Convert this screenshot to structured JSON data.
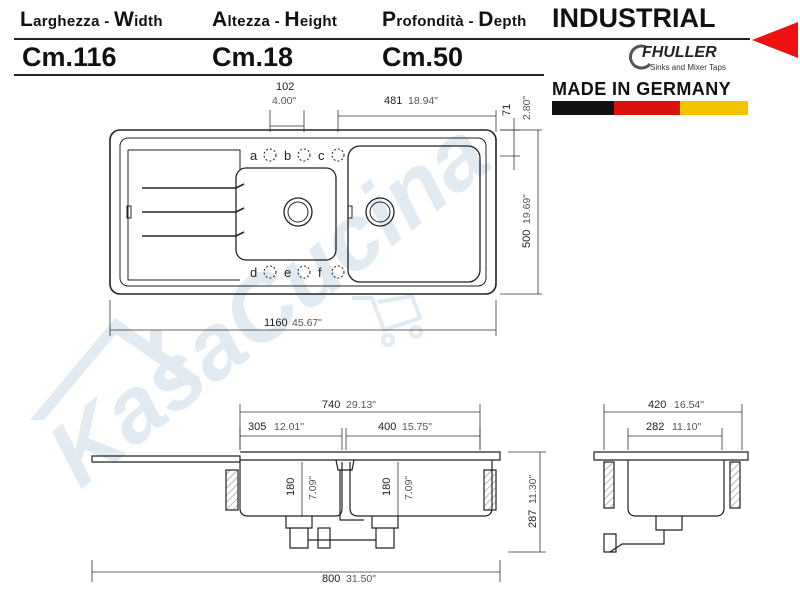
{
  "header": {
    "width": {
      "label_it_initial": "L",
      "label_it_rest": "arghezza",
      "sep": " - ",
      "label_en_initial": "W",
      "label_en_rest": "idth",
      "value": "Cm.116"
    },
    "height": {
      "label_it_initial": "A",
      "label_it_rest": "ltezza",
      "sep": " - ",
      "label_en_initial": "H",
      "label_en_rest": "eight",
      "value": "Cm.18"
    },
    "depth": {
      "label_it_initial": "P",
      "label_it_rest": "rofondità",
      "sep": " - ",
      "label_en_initial": "D",
      "label_en_rest": "epth",
      "value": "Cm.50"
    },
    "product_line": "INDUSTRIAL"
  },
  "brand": {
    "name": "FHULLER",
    "tagline": "Sinks and Mixer Taps",
    "made_in": "MADE IN GERMANY",
    "flag_colors": [
      "#111111",
      "#dd1010",
      "#f5c400"
    ],
    "accent_color": "#ee1111"
  },
  "watermark": {
    "text": "KasaCucina",
    "color": "#c9d9e6"
  },
  "top_view": {
    "dim_102": {
      "mm": "102",
      "in": "4.00\""
    },
    "dim_481": {
      "mm": "481",
      "in": "18.94\""
    },
    "dim_71": {
      "mm": "71",
      "in": "2.80\""
    },
    "dim_500": {
      "mm": "500",
      "in": "19.69\""
    },
    "dim_1160": {
      "mm": "1160",
      "in": "45.67\""
    },
    "tap_holes": [
      "a",
      "b",
      "c",
      "d",
      "e",
      "f"
    ]
  },
  "front_view": {
    "dim_740": {
      "mm": "740",
      "in": "29.13\""
    },
    "dim_305": {
      "mm": "305",
      "in": "12.01\""
    },
    "dim_400": {
      "mm": "400",
      "in": "15.75\""
    },
    "dim_180_left": {
      "mm": "180",
      "in": "7.09\""
    },
    "dim_180_right": {
      "mm": "180",
      "in": "7.09\""
    },
    "dim_287": {
      "mm": "287",
      "in": "11.30\""
    },
    "dim_800": {
      "mm": "800",
      "in": "31.50\""
    }
  },
  "side_view": {
    "dim_420": {
      "mm": "420",
      "in": "16.54\""
    },
    "dim_282": {
      "mm": "282",
      "in": "11.10\""
    }
  }
}
